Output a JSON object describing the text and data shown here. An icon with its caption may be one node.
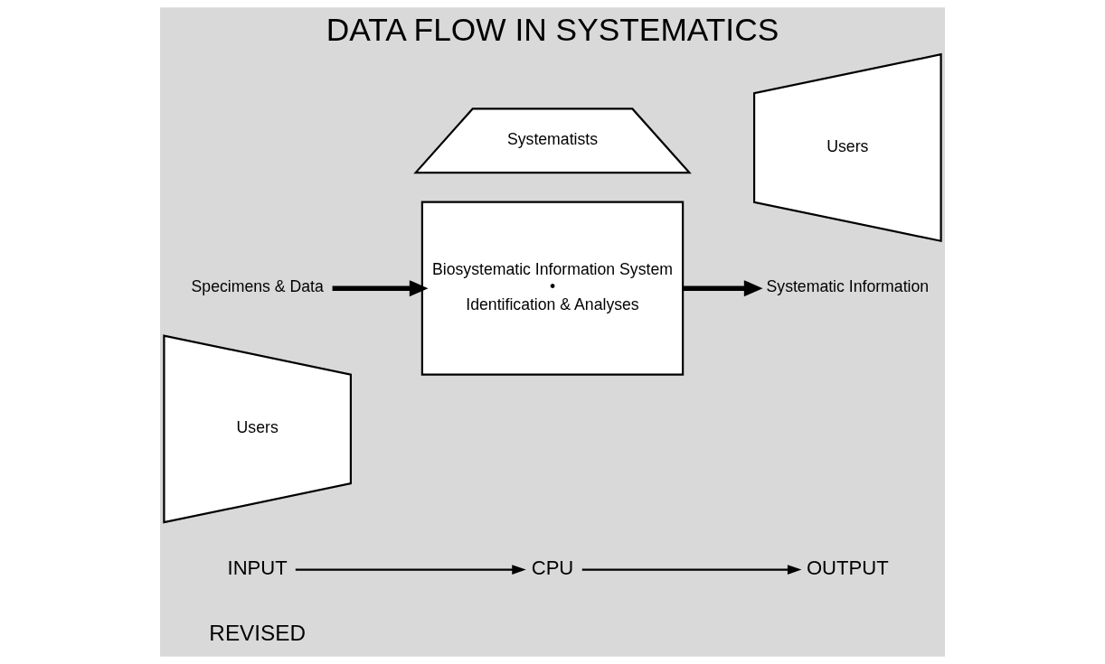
{
  "diagram": {
    "title": "DATA FLOW IN SYSTEMATICS",
    "nodes": [
      {
        "text": [
          "INPUT"
        ]
      },
      {
        "text": [
          "CPU"
        ]
      },
      {
        "text": [
          "OUTPUT"
        ]
      },
      {
        "text": [
          "Users"
        ]
      },
      {
        "text": [
          "Biosystematic Information System",
          "•",
          "Identification & Analyses"
        ]
      },
      {
        "text": [
          "Users"
        ]
      },
      {
        "text": [
          "Specimens & Data"
        ]
      },
      {
        "text": [
          "Systematic Information"
        ]
      },
      {
        "text": [
          "Systematists"
        ]
      }
    ],
    "edges": [
      {
        "from": 0,
        "to": 1,
        "arrow": "to"
      },
      {
        "from": 1,
        "to": 2,
        "arrow": "to"
      },
      {
        "from": 6,
        "to": 4,
        "arrow": "to",
        "style": "thick"
      },
      {
        "from": 4,
        "to": 7,
        "arrow": "to",
        "style": "thick"
      }
    ],
    "labels": [
      "REVISED"
    ]
  }
}
